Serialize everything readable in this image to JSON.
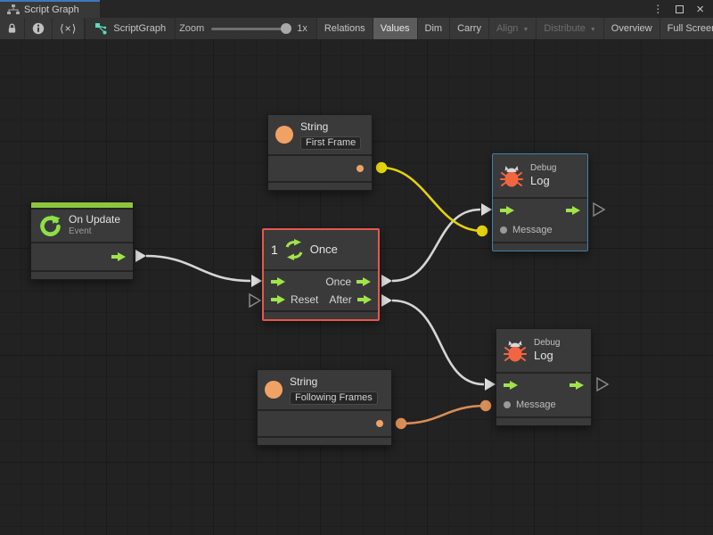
{
  "window": {
    "tab_title": "Script Graph",
    "menu_icon": "⋮",
    "close_icon": "×"
  },
  "toolbar": {
    "code_label": "⟨×⟩",
    "breadcrumb_label": "ScriptGraph",
    "zoom_label": "Zoom",
    "zoom_value": "1x",
    "caret": "▼",
    "buttons": [
      {
        "label": "Relations"
      },
      {
        "label": "Values"
      },
      {
        "label": "Dim"
      },
      {
        "label": "Carry"
      },
      {
        "label": "Align"
      },
      {
        "label": "Distribute"
      },
      {
        "label": "Overview"
      },
      {
        "label": "Full Screen"
      }
    ]
  },
  "graph": {
    "nodes": {
      "string1": {
        "title": "String",
        "value": "First Frame"
      },
      "on_update": {
        "title": "On Update",
        "subtitle": "Event"
      },
      "once": {
        "counter": "1",
        "title": "Once",
        "out1": "Once",
        "in2": "Reset",
        "out2": "After"
      },
      "debug1": {
        "kicker": "Debug",
        "title": "Log",
        "message_label": "Message"
      },
      "debug2": {
        "kicker": "Debug",
        "title": "Log",
        "message_label": "Message"
      },
      "string2": {
        "title": "String",
        "value": "Following Frames"
      }
    },
    "colors": {
      "accent_green": "#a0e44a",
      "event_green": "#8cc63f",
      "selection_red": "#e8574c",
      "focus_blue": "#4380a8",
      "value_orange": "#f0a264",
      "wire_yellow": "#e3d30e",
      "wire_orange": "#d98e55",
      "wire_white": "#d6d6d6"
    }
  }
}
